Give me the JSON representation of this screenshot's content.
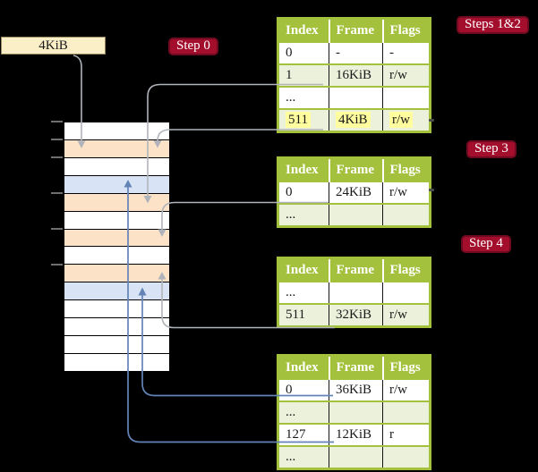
{
  "frame_size_label": "4KiB",
  "badges": {
    "step0": "Step 0",
    "steps12": "Steps 1&2",
    "step3": "Step 3",
    "step4": "Step 4"
  },
  "tables": [
    {
      "name": "page-table-1",
      "headers": [
        "Index",
        "Frame",
        "Flags"
      ],
      "rows": [
        {
          "cells": [
            "0",
            "-",
            "-"
          ],
          "shaded": false,
          "highlighted": false
        },
        {
          "cells": [
            "1",
            "16KiB",
            "r/w"
          ],
          "shaded": true,
          "highlighted": false
        },
        {
          "cells": [
            "...",
            "",
            ""
          ],
          "shaded": false,
          "highlighted": false
        },
        {
          "cells": [
            "511",
            "4KiB",
            "r/w"
          ],
          "shaded": true,
          "highlighted": true
        }
      ]
    },
    {
      "name": "page-table-2",
      "headers": [
        "Index",
        "Frame",
        "Flags"
      ],
      "rows": [
        {
          "cells": [
            "0",
            "24KiB",
            "r/w"
          ],
          "shaded": false,
          "highlighted": false
        },
        {
          "cells": [
            "...",
            "",
            ""
          ],
          "shaded": true,
          "highlighted": false
        }
      ]
    },
    {
      "name": "page-table-3",
      "headers": [
        "Index",
        "Frame",
        "Flags"
      ],
      "rows": [
        {
          "cells": [
            "...",
            "",
            ""
          ],
          "shaded": false,
          "highlighted": false
        },
        {
          "cells": [
            "511",
            "32KiB",
            "r/w"
          ],
          "shaded": true,
          "highlighted": false
        }
      ]
    },
    {
      "name": "page-table-4",
      "headers": [
        "Index",
        "Frame",
        "Flags"
      ],
      "rows": [
        {
          "cells": [
            "0",
            "36KiB",
            "r/w"
          ],
          "shaded": false,
          "highlighted": false
        },
        {
          "cells": [
            "...",
            "",
            ""
          ],
          "shaded": true,
          "highlighted": false
        },
        {
          "cells": [
            "127",
            "12KiB",
            "r"
          ],
          "shaded": false,
          "highlighted": false
        },
        {
          "cells": [
            "...",
            "",
            ""
          ],
          "shaded": true,
          "highlighted": false
        }
      ]
    }
  ],
  "memory_rows": [
    "white",
    "orange",
    "white",
    "blue",
    "orange",
    "white",
    "orange",
    "white",
    "orange",
    "blue",
    "white",
    "white",
    "white",
    "white"
  ],
  "arrows": [
    {
      "from": "frame-size-box",
      "to": "frame-4KiB",
      "color": "gray"
    },
    {
      "from": "page-table-1-entry-1",
      "to": "frame-16KiB",
      "color": "gray"
    },
    {
      "from": "page-table-1-entry-511",
      "to": "frame-4KiB",
      "color": "gray"
    },
    {
      "from": "page-table-2-entry-0",
      "to": "frame-24KiB",
      "color": "gray"
    },
    {
      "from": "page-table-3-entry-511",
      "to": "frame-32KiB",
      "color": "gray"
    },
    {
      "from": "page-table-4-entry-0",
      "to": "frame-36KiB",
      "color": "blue"
    },
    {
      "from": "page-table-4-entry-127",
      "to": "frame-12KiB",
      "color": "blue"
    }
  ],
  "colors": {
    "table_green": "#A3C13C",
    "row_shade": "#ECF1DB",
    "highlight": "#FFFD9D",
    "badge_red": "#A30E2D",
    "badge_border": "#700A20",
    "mem_orange": "#FCE3C8",
    "mem_blue": "#D8E4F5",
    "arrow_gray": "#B0B4BA",
    "arrow_blue": "#6383B7",
    "scale_box_bg": "#FBEFC8"
  }
}
